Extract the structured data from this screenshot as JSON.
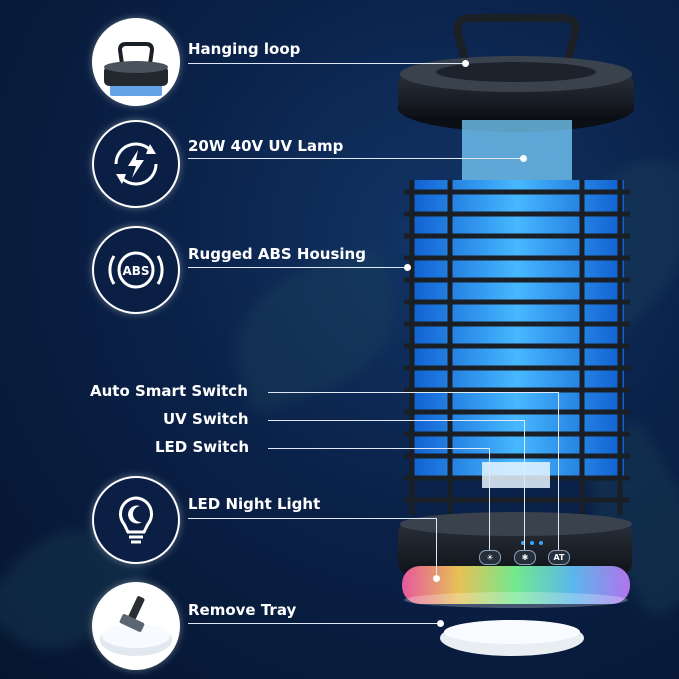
{
  "features": [
    {
      "label": "Hanging loop",
      "icon": "hanging-loop-icon"
    },
    {
      "label": "20W 40V UV Lamp",
      "icon": "power-cycle-icon"
    },
    {
      "label": "Rugged ABS Housing",
      "icon": "abs-badge-icon",
      "badge": "ABS"
    },
    {
      "label": "LED Night Light",
      "icon": "night-light-bulb-icon"
    },
    {
      "label": "Remove Tray",
      "icon": "tray-brush-icon"
    }
  ],
  "switches": [
    {
      "label": "Auto Smart Switch"
    },
    {
      "label": "UV Switch"
    },
    {
      "label": "LED Switch"
    }
  ],
  "controls": {
    "at_label": "AT"
  },
  "colors": {
    "background": "#0a2148",
    "uv_glow": "#2aa0ff",
    "text": "#ffffff"
  }
}
